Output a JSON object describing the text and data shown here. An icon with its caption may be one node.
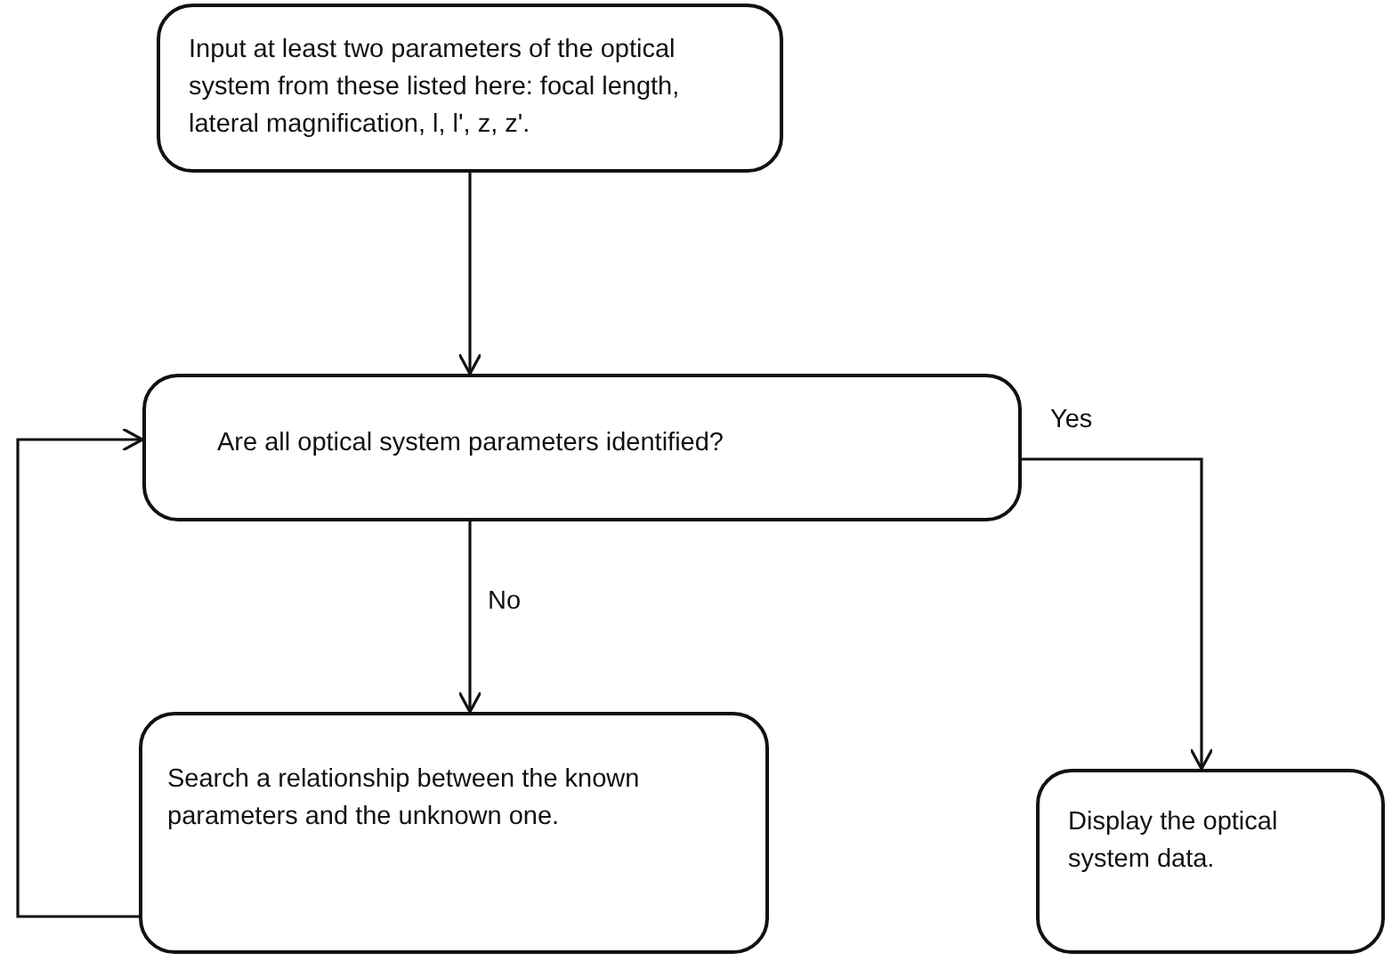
{
  "diagram": {
    "nodes": [
      {
        "text": [
          "Input at least two parameters of the optical system from these listed here: focal length, lateral magnification, l, l', z, z'."
        ]
      },
      {
        "text": [
          "Are all optical system parameters identified?"
        ]
      },
      {
        "text": [
          "Search a relationship between the known parameters and the unknown one."
        ]
      },
      {
        "text": [
          "Display the optical system data."
        ]
      }
    ],
    "edges": [
      {
        "from": 0,
        "to": 1,
        "arrow": "to"
      },
      {
        "from": 1,
        "to": 2,
        "arrow": "to",
        "label": "No"
      },
      {
        "from": 1,
        "to": 3,
        "arrow": "to",
        "label": "Yes"
      },
      {
        "from": 2,
        "to": 1,
        "arrow": "to"
      }
    ]
  }
}
